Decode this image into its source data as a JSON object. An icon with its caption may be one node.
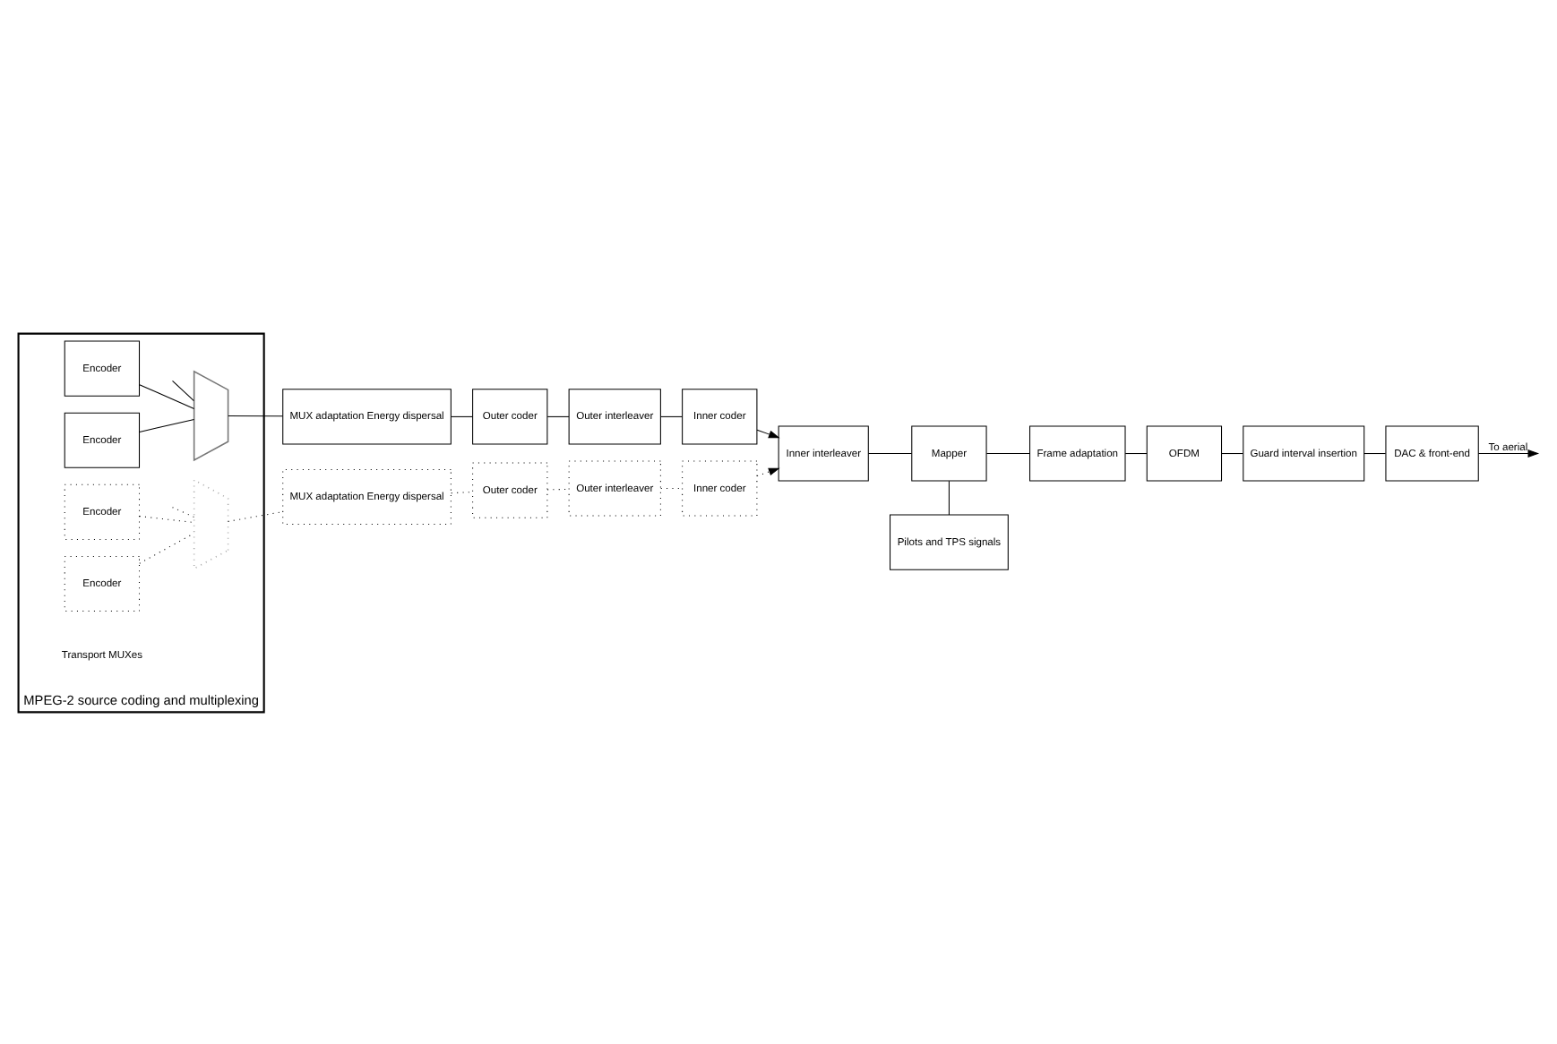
{
  "diagram": {
    "nodes": [
      {
        "text": [
          "MPEG-2 source coding and multiplexing"
        ]
      },
      {
        "text": [
          "Encoder"
        ],
        "in": 0
      },
      {
        "text": [
          "Encoder"
        ],
        "in": 0
      },
      {
        "text": [
          "Encoder"
        ],
        "in": 0
      },
      {
        "text": [
          "Encoder"
        ],
        "in": 0
      },
      {
        "text": [],
        "shape": "trapezoid",
        "in": 0
      },
      {
        "text": [],
        "shape": "trapezoid",
        "in": 0
      },
      {
        "text": [
          "MUX adaptation Energy dispersal"
        ]
      },
      {
        "text": [
          "Outer coder"
        ]
      },
      {
        "text": [
          "Outer interleaver"
        ]
      },
      {
        "text": [
          "Inner coder"
        ]
      },
      {
        "text": [
          "MUX adaptation Energy dispersal"
        ]
      },
      {
        "text": [
          "Outer coder"
        ]
      },
      {
        "text": [
          "Outer interleaver"
        ]
      },
      {
        "text": [
          "Inner coder"
        ]
      },
      {
        "text": [
          "Inner interleaver"
        ]
      },
      {
        "text": [
          "Mapper"
        ]
      },
      {
        "text": [
          "Frame adaptation"
        ]
      },
      {
        "text": [
          "OFDM"
        ]
      },
      {
        "text": [
          "Guard interval insertion"
        ]
      },
      {
        "text": [
          "DAC & front-end"
        ]
      },
      {
        "text": [
          "Pilots and TPS signals"
        ]
      }
    ],
    "edges": [
      {
        "from": 1,
        "to": 5,
        "arrow": "none"
      },
      {
        "from": 2,
        "to": 5,
        "arrow": "none"
      },
      {
        "from": null,
        "to": 5,
        "arrow": "none"
      },
      {
        "from": 3,
        "to": 6,
        "arrow": "none",
        "style": "dashed"
      },
      {
        "from": 4,
        "to": 6,
        "arrow": "none",
        "style": "dashed"
      },
      {
        "from": null,
        "to": 6,
        "arrow": "none",
        "style": "dashed"
      },
      {
        "from": 5,
        "to": 7,
        "arrow": "none"
      },
      {
        "from": 7,
        "to": 8,
        "arrow": "none"
      },
      {
        "from": 8,
        "to": 9,
        "arrow": "none"
      },
      {
        "from": 9,
        "to": 10,
        "arrow": "none"
      },
      {
        "from": 6,
        "to": 11,
        "arrow": "none",
        "style": "dashed"
      },
      {
        "from": 11,
        "to": 12,
        "arrow": "none",
        "style": "dashed"
      },
      {
        "from": 12,
        "to": 13,
        "arrow": "none",
        "style": "dashed"
      },
      {
        "from": 13,
        "to": 14,
        "arrow": "none",
        "style": "dashed"
      },
      {
        "from": 10,
        "to": 15,
        "arrow": "to"
      },
      {
        "from": 14,
        "to": 15,
        "arrow": "to",
        "style": "dashed"
      },
      {
        "from": 15,
        "to": 16,
        "arrow": "none"
      },
      {
        "from": 16,
        "to": 17,
        "arrow": "none"
      },
      {
        "from": 17,
        "to": 18,
        "arrow": "none"
      },
      {
        "from": 18,
        "to": 19,
        "arrow": "none"
      },
      {
        "from": 19,
        "to": 20,
        "arrow": "none"
      },
      {
        "from": 20,
        "to": null,
        "arrow": "to",
        "label": "To aerial"
      },
      {
        "from": 16,
        "to": 21,
        "arrow": "none"
      }
    ],
    "labels": [
      "Transport MUXes"
    ]
  }
}
